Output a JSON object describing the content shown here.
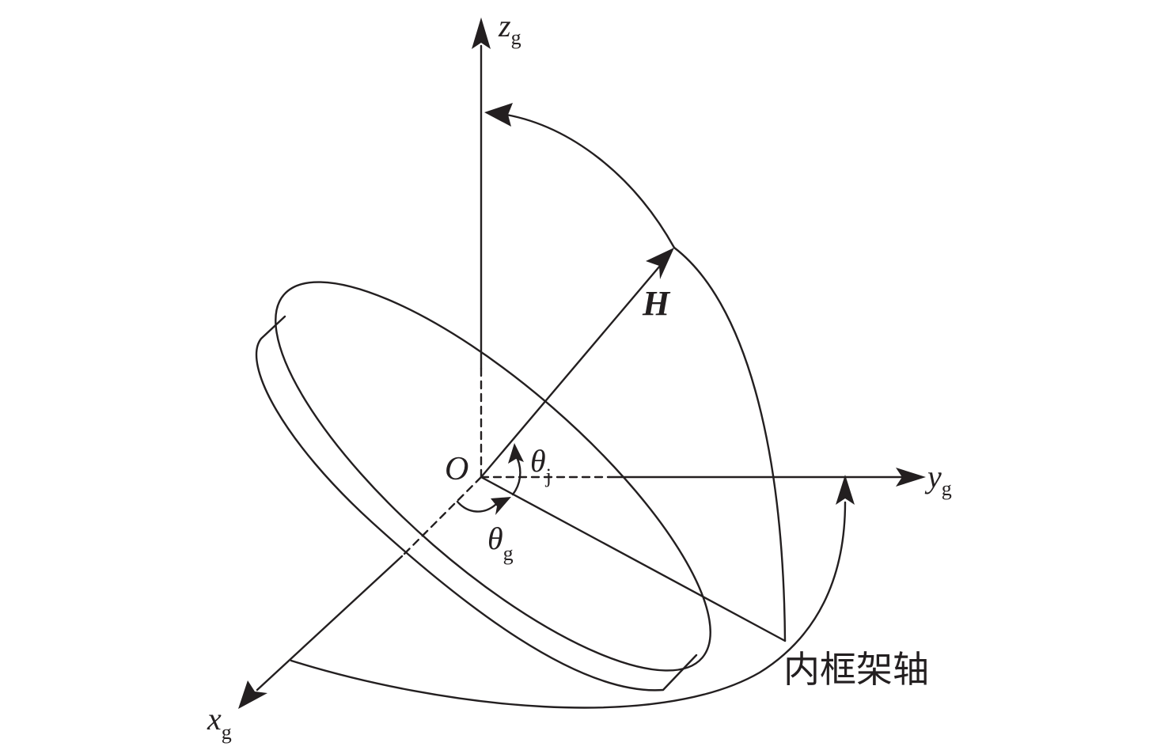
{
  "labels": {
    "zg_main": "z",
    "zg_sub": "g",
    "yg_main": "y",
    "yg_sub": "g",
    "xg_main": "x",
    "xg_sub": "g",
    "origin": "O",
    "momentum": "H",
    "theta_j_main": "θ",
    "theta_j_sub": "j",
    "theta_g_main": "θ",
    "theta_g_sub": "g",
    "inner_gimbal_axis": "内框架轴"
  },
  "colors": {
    "stroke": "#231f20",
    "background": "#ffffff"
  }
}
